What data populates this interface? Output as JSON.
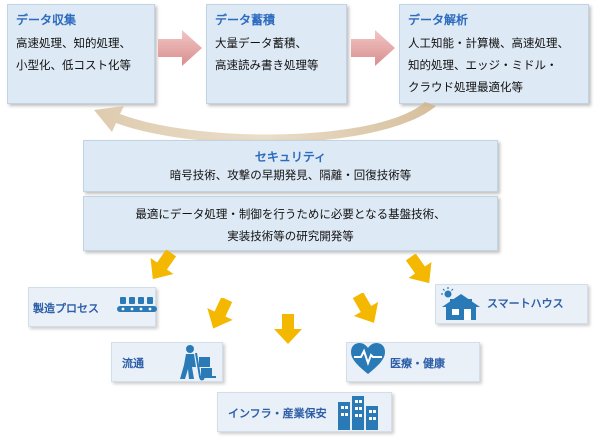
{
  "stages": [
    {
      "title": "データ収集",
      "lines": [
        "高速処理、知的処理、",
        "小型化、低コスト化等"
      ]
    },
    {
      "title": "データ蓄積",
      "lines": [
        "大量データ蓄積、",
        "高速読み書き処理等"
      ]
    },
    {
      "title": "データ解析",
      "lines": [
        "人工知能・計算機、高速処理、",
        "知的処理、エッジ・ミドル・",
        "クラウド処理最適化等"
      ]
    }
  ],
  "security": {
    "title": "セキュリティ",
    "text": "暗号技術、攻撃の早期発見、隔離・回復技術等"
  },
  "foundation": {
    "lines": [
      "最適にデータ処理・制御を行うために必要となる基盤技術、",
      "実装技術等の研究開発等"
    ]
  },
  "applications": {
    "manufacturing": "製造プロセス",
    "logistics": "流通",
    "infrastructure": "インフラ・産業保安",
    "medical": "医療・健康",
    "smarthouse": "スマートハウス"
  },
  "icons": {
    "manufacturing": "factory-conveyor-icon",
    "logistics": "delivery-hand-truck-icon",
    "infrastructure": "infrastructure-building-icon",
    "medical": "heart-pulse-icon",
    "smarthouse": "smart-house-icon"
  },
  "colors": {
    "box_fill": "#dde9f4",
    "title_blue": "#2d6bbf",
    "process_arrow": "#e8a9a9",
    "down_arrow": "#f5b800",
    "icon_blue": "#2a7ab8"
  }
}
